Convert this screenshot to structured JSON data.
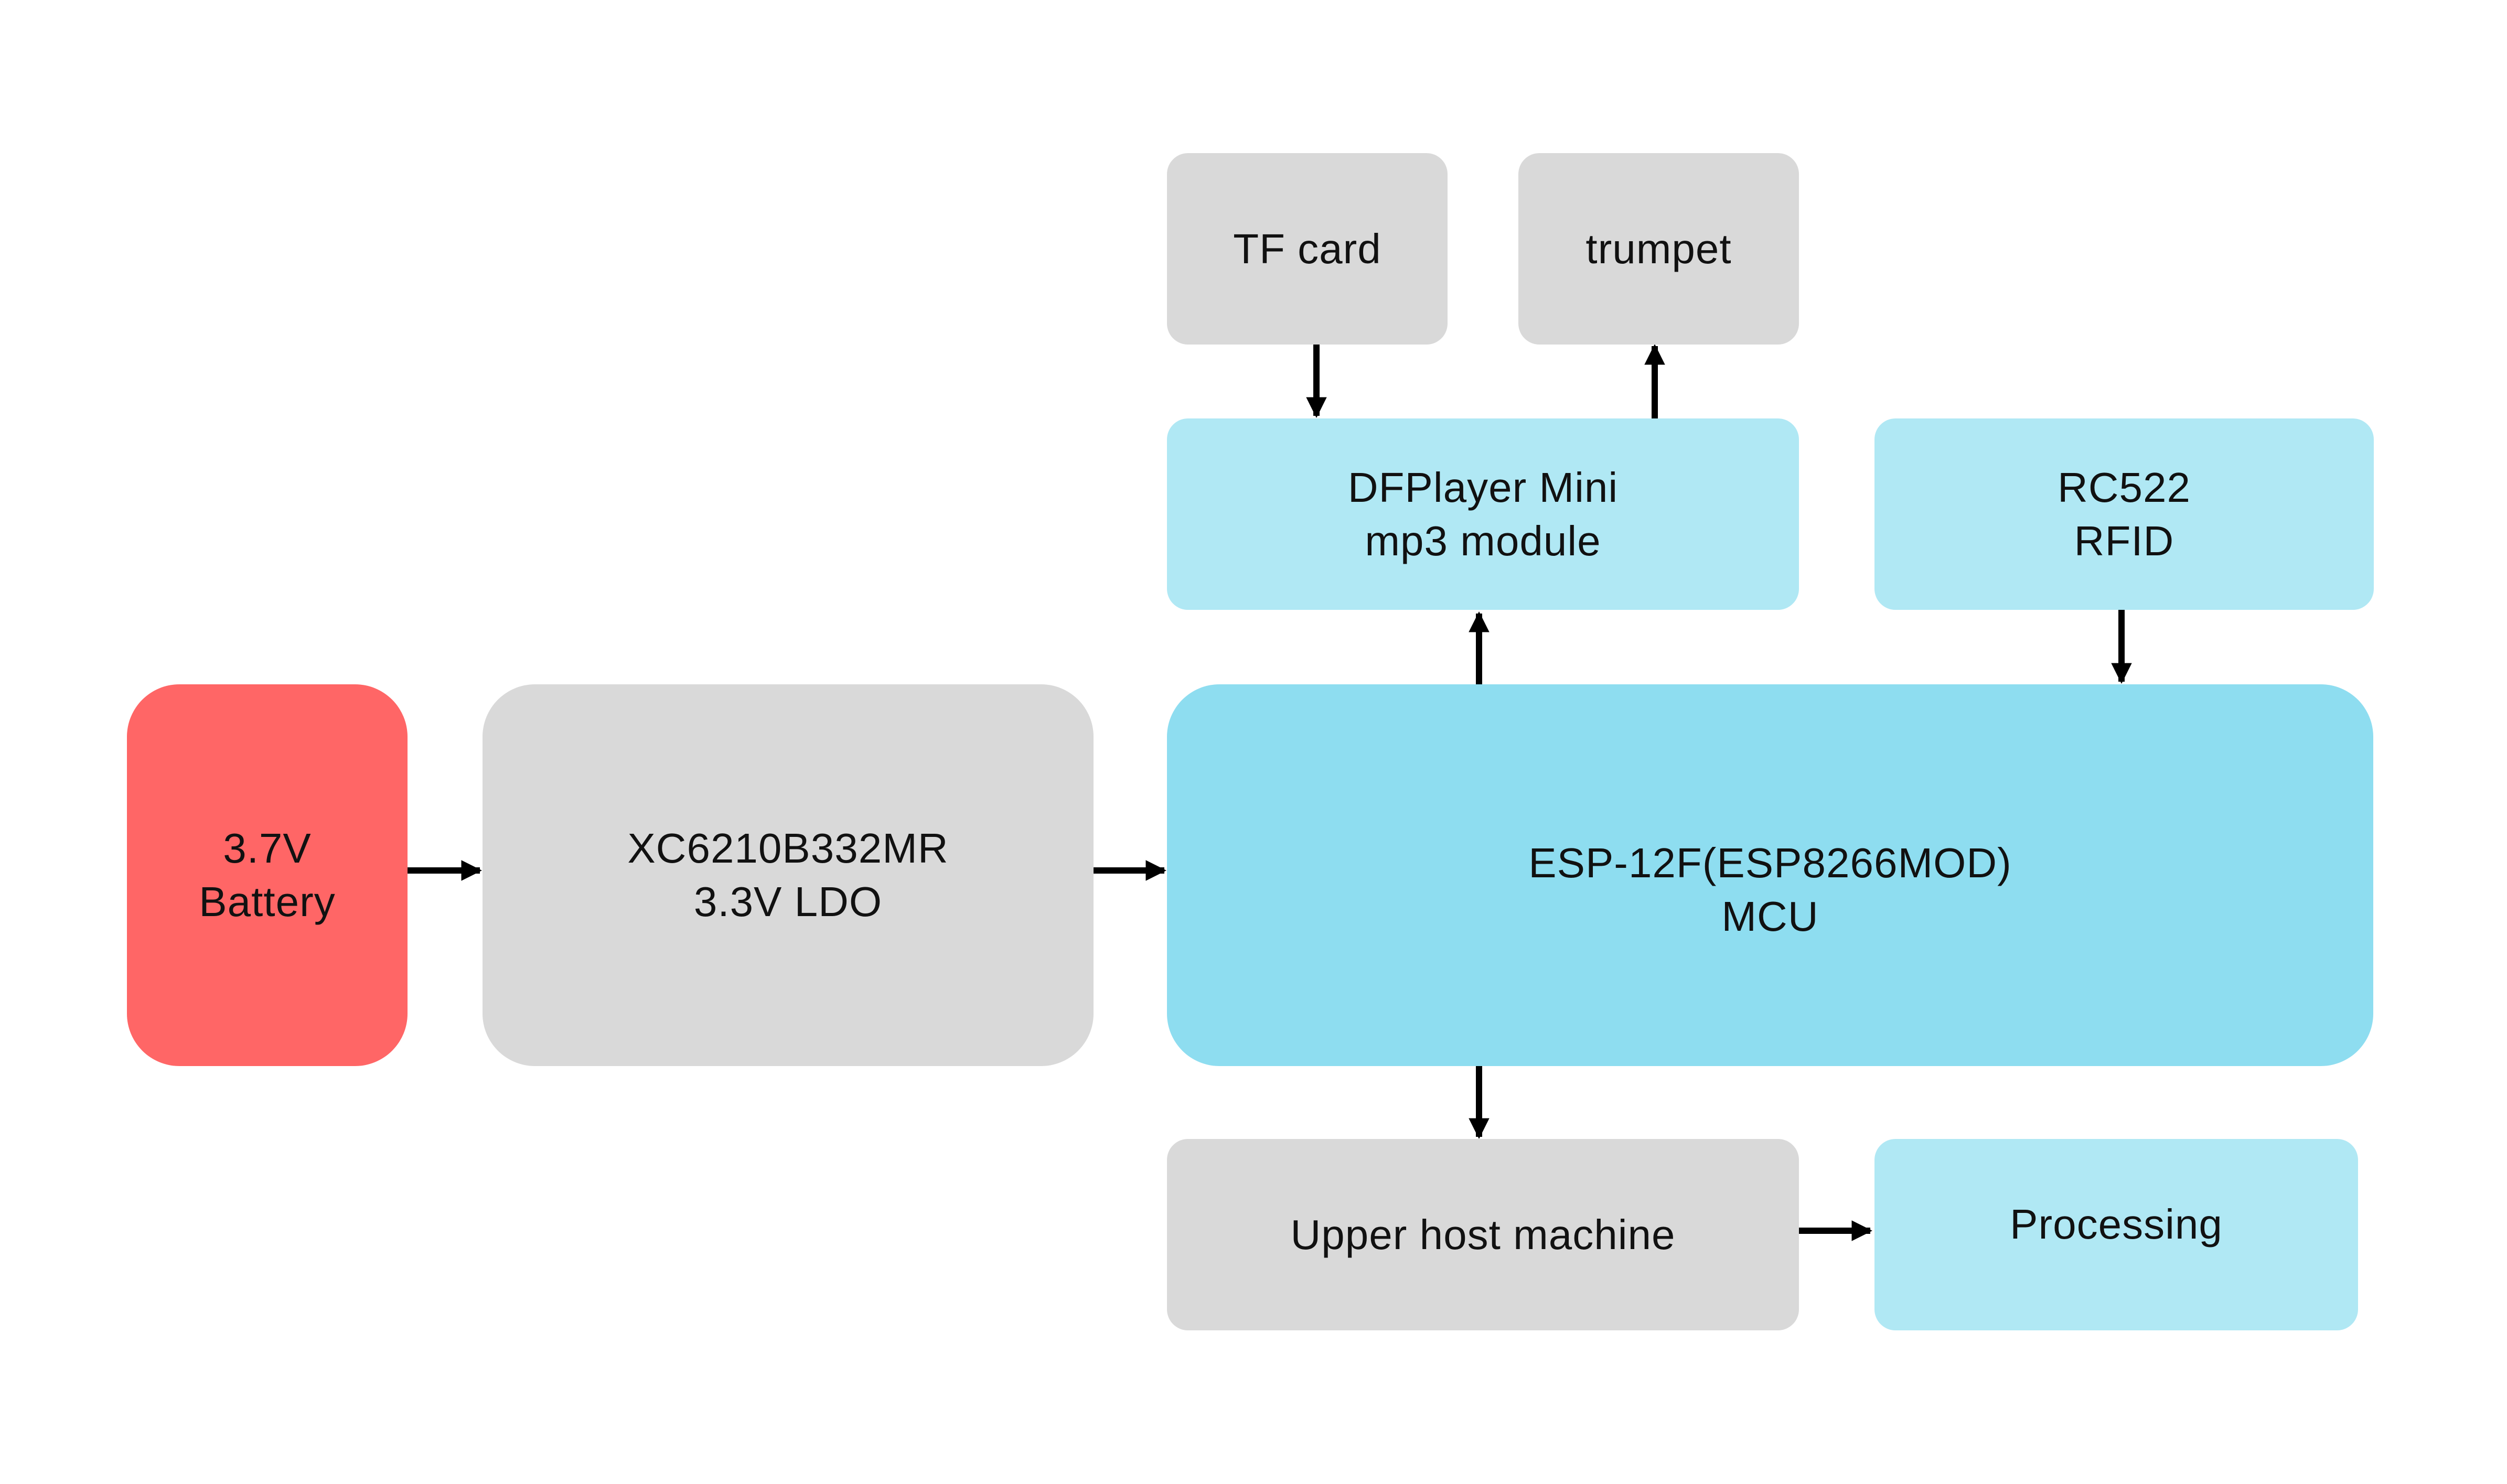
{
  "diagram": {
    "colors": {
      "battery": "#FF6666",
      "gray": "#D9D9D9",
      "mcu": "#8EDDF0",
      "light_blue": "#B0E8F4",
      "arrow": "#000000"
    },
    "nodes": {
      "battery": {
        "line1": "3.7V",
        "line2": "Battery"
      },
      "ldo": {
        "line1": "XC6210B332MR",
        "line2": "3.3V LDO"
      },
      "mcu": {
        "line1": "ESP-12F(ESP8266MOD)",
        "line2": "MCU"
      },
      "tf_card": {
        "label": "TF card"
      },
      "trumpet": {
        "label": "trumpet"
      },
      "dfplayer": {
        "line1": "DFPlayer Mini",
        "line2": "mp3 module"
      },
      "rfid": {
        "line1": "RC522",
        "line2": "RFID"
      },
      "host": {
        "label": "Upper host machine"
      },
      "processing": {
        "label": "Processing"
      }
    },
    "edges": [
      {
        "from": "battery",
        "to": "ldo"
      },
      {
        "from": "ldo",
        "to": "mcu"
      },
      {
        "from": "mcu",
        "to": "dfplayer"
      },
      {
        "from": "tf_card",
        "to": "dfplayer"
      },
      {
        "from": "dfplayer",
        "to": "trumpet"
      },
      {
        "from": "rfid",
        "to": "mcu"
      },
      {
        "from": "mcu",
        "to": "host"
      },
      {
        "from": "host",
        "to": "processing"
      }
    ]
  }
}
